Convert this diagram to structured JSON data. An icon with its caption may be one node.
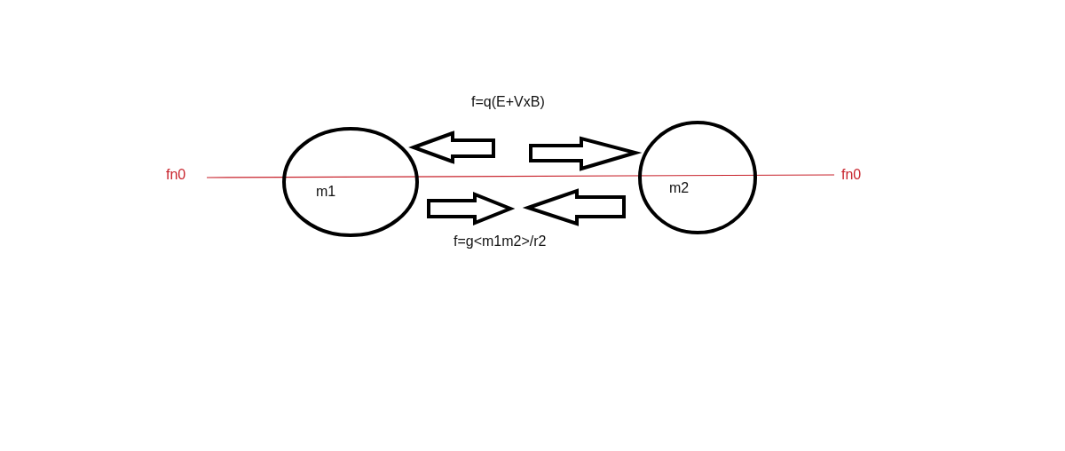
{
  "diagram": {
    "nodes": [
      {
        "text": [
          "m1"
        ]
      },
      {
        "text": [
          "m2"
        ]
      }
    ],
    "labels": [
      "f=q(E+VxB)",
      "fn0",
      "fn0",
      "f=g<m1m2>/r2"
    ]
  }
}
